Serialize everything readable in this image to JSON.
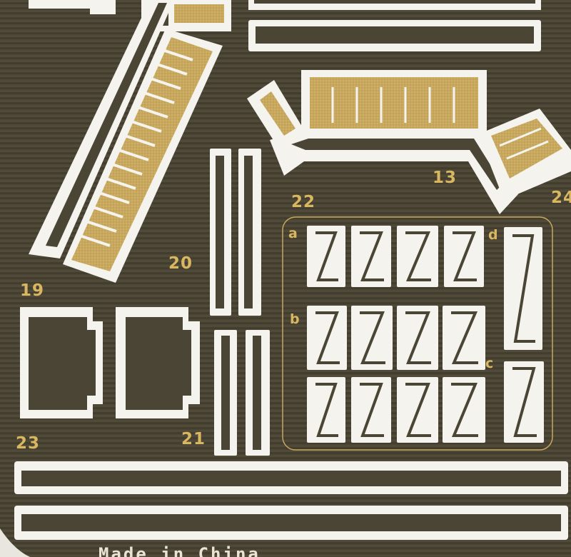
{
  "labels": {
    "n13": "13",
    "n19": "19",
    "n20": "20",
    "n21": "21",
    "n22": "22",
    "n23": "23",
    "n24": "24",
    "a": "a",
    "b": "b",
    "c": "c",
    "d": "d"
  },
  "footer": "Made in China",
  "colors": {
    "background": "#4a4534",
    "brass": "#c8a85e",
    "frame": "#f4f3ee",
    "label": "#d8b760"
  }
}
